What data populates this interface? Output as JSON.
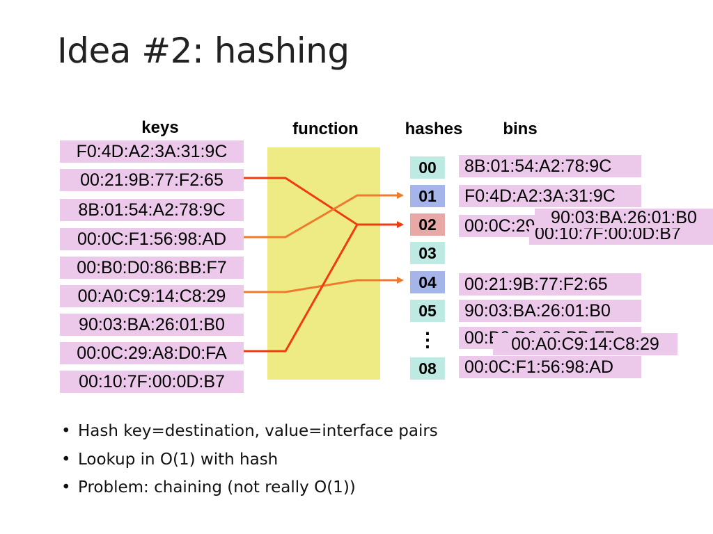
{
  "title": "Idea #2: hashing",
  "headers": {
    "keys": "keys",
    "function": "function",
    "hashes": "hashes",
    "bins": "bins"
  },
  "keys": [
    "F0:4D:A2:3A:31:9C",
    "00:21:9B:77:F2:65",
    "8B:01:54:A2:78:9C",
    "00:0C:F1:56:98:AD",
    "00:B0:D0:86:BB:F7",
    "00:A0:C9:14:C8:29",
    "90:03:BA:26:01:B0",
    "00:0C:29:A8:D0:FA",
    "00:10:7F:00:0D:B7"
  ],
  "hashes": [
    "00",
    "01",
    "02",
    "03",
    "04",
    "05",
    "⋮",
    "08"
  ],
  "bins": {
    "b00": "8B:01:54:A2:78:9C",
    "b01": "F0:4D:A2:3A:31:9C",
    "b02": "00:0C:29:A8:D0:FA",
    "b02_over1": "00:10:7F:00:0D:B7",
    "b02_over2": "90:03:BA:26:01:B0",
    "b04": "00:21:9B:77:F2:65",
    "b05": "90:03:BA:26:01:B0",
    "b06": "00:B0:D0:86:BB:F7",
    "b06_over": "00:A0:C9:14:C8:29",
    "b08": "00:0C:F1:56:98:AD"
  },
  "colors": {
    "key_bg": "#ecc8ea",
    "function_bg": "#eeeb85",
    "hash_bg": "#bdebe4",
    "hash_blue": "#a5b5ea",
    "hash_red": "#e8a8a6",
    "arrow_red": "#f03a10",
    "arrow_orange": "#ee7a2e"
  },
  "bullets": [
    "Hash key=destination, value=interface pairs",
    "Lookup in O(1) with hash",
    "Problem: chaining (not really O(1))"
  ]
}
